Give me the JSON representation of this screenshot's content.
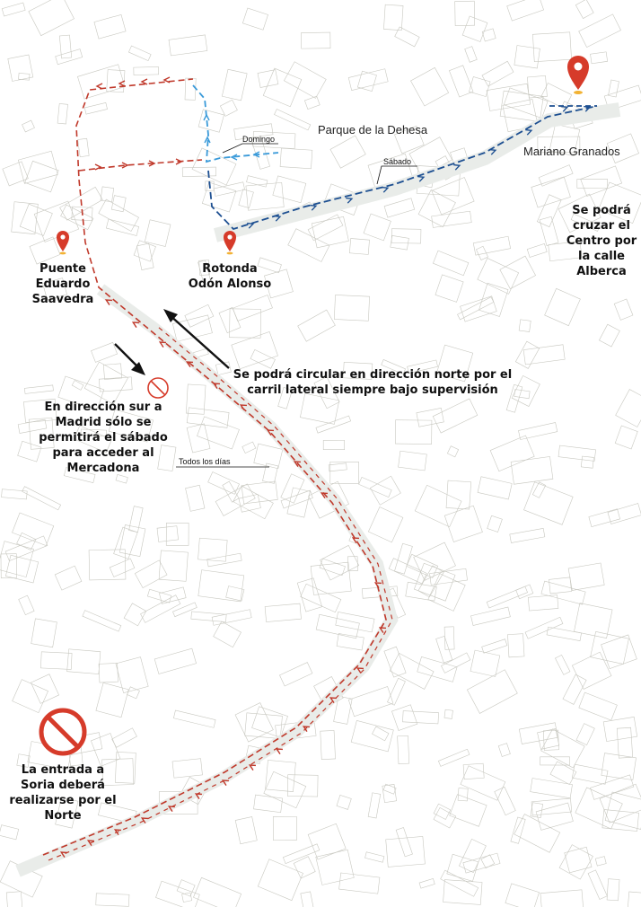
{
  "colors": {
    "route_red": "#c0392b",
    "route_light_blue": "#3a9ad9",
    "route_dark_blue": "#1d4f91",
    "pin_red": "#d63b2a",
    "pin_dot": "#f2b233",
    "buildings": "#c8c8c0",
    "road_band": "#e9ece9"
  },
  "labels": {
    "parque": "Parque de la Dehesa",
    "mariano": "Mariano Granados",
    "centro": "Se podrá cruzar el Centro por la calle Alberca",
    "puente": "Puente Eduardo Saavedra",
    "rotonda": "Rotonda Odón Alonso",
    "norte_lateral": "Se podrá circular en dirección norte por el carril lateral siempre bajo supervisión",
    "sur_madrid": "En dirección sur a Madrid sólo se permitirá el sábado para acceder al Mercadona",
    "entrada_soria": "La entrada a Soria deberá realizarse por el Norte"
  },
  "route_tags": {
    "domingo": "Domingo",
    "sabado": "Sábado",
    "todos": "Todos los días"
  },
  "icons": {
    "pin": "map-pin-icon",
    "no_entry": "prohibition-icon",
    "arrow": "pointer-arrow-icon"
  }
}
